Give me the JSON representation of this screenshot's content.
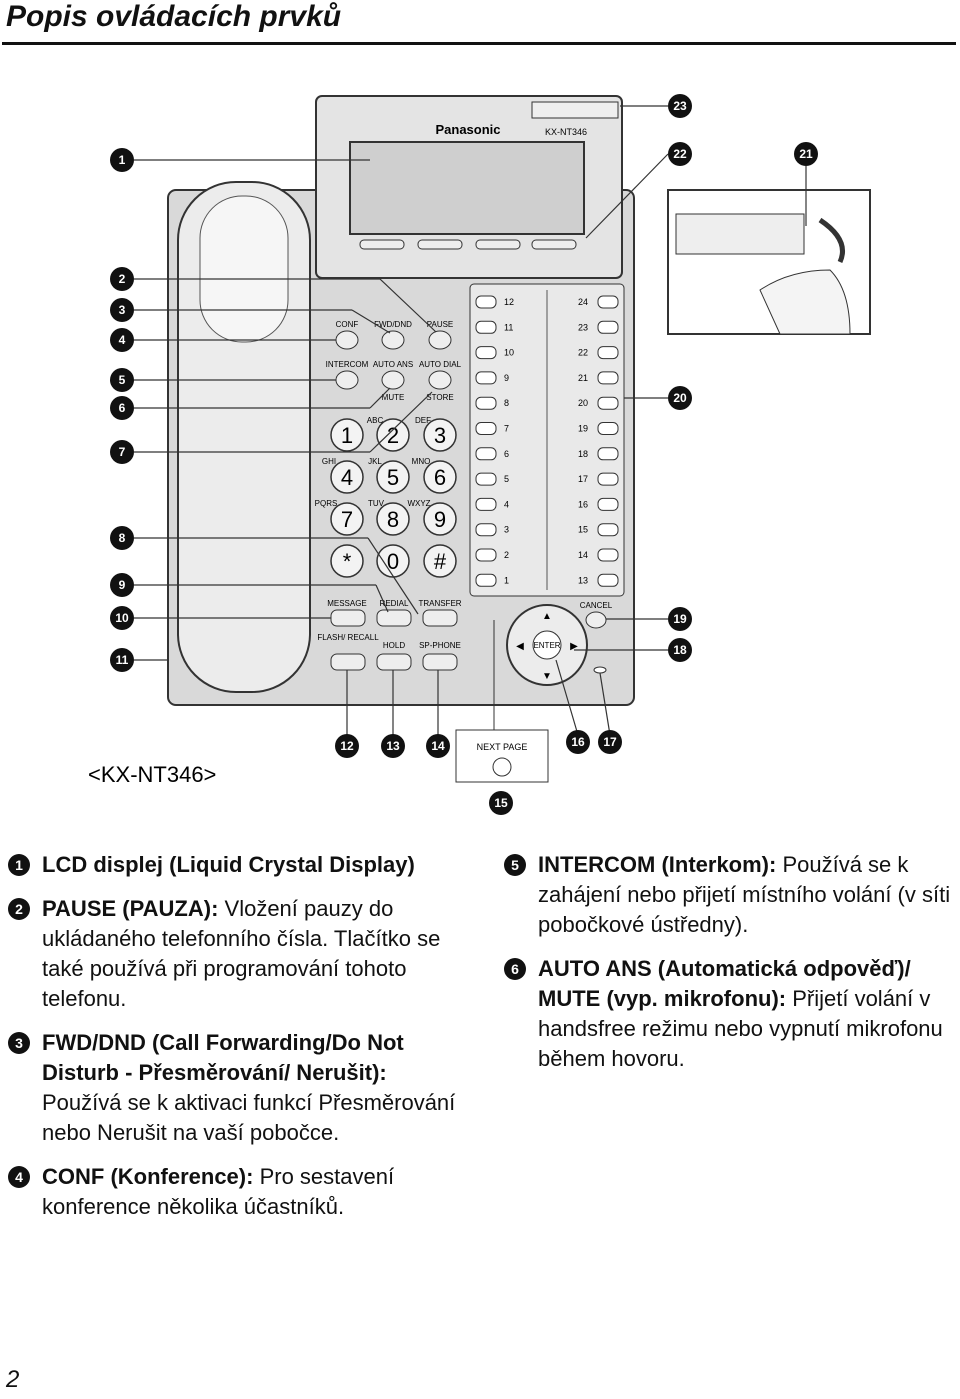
{
  "page": {
    "title": "Popis ovládacích prvků",
    "page_number": "2"
  },
  "diagram": {
    "model_caption": "<KX-NT346>",
    "brand": "Panasonic",
    "model_label": "KX-NT346",
    "buttons": {
      "conf": "CONF",
      "fwd_dnd": "FWD/DND",
      "pause": "PAUSE",
      "intercom": "INTERCOM",
      "auto_ans": "AUTO ANS",
      "auto_dial": "AUTO DIAL",
      "mute": "MUTE",
      "store": "STORE",
      "message": "MESSAGE",
      "redial": "REDIAL",
      "transfer": "TRANSFER",
      "flash_recall": "FLASH/ RECALL",
      "hold": "HOLD",
      "sp_phone": "SP-PHONE",
      "cancel": "CANCEL",
      "enter": "ENTER",
      "next_page": "NEXT PAGE"
    },
    "keypad": {
      "keys": [
        "1",
        "2",
        "3",
        "4",
        "5",
        "6",
        "7",
        "8",
        "9",
        "*",
        "0",
        "#"
      ],
      "letters": [
        "ABC",
        "DEF",
        "GHI",
        "JKL",
        "MNO",
        "PQRS",
        "TUV",
        "WXYZ"
      ]
    },
    "left_keys": [
      "12",
      "11",
      "10",
      "9",
      "8",
      "7",
      "6",
      "5",
      "4",
      "3",
      "2",
      "1"
    ],
    "right_keys": [
      "24",
      "23",
      "22",
      "21",
      "20",
      "19",
      "18",
      "17",
      "16",
      "15",
      "14",
      "13"
    ],
    "callouts": [
      "1",
      "2",
      "3",
      "4",
      "5",
      "6",
      "7",
      "8",
      "9",
      "10",
      "11",
      "12",
      "13",
      "14",
      "15",
      "16",
      "17",
      "18",
      "19",
      "20",
      "21",
      "22",
      "23"
    ]
  },
  "descriptions": {
    "left": [
      {
        "num": "1",
        "term": "LCD displej (Liquid Crystal Display)",
        "text": ""
      },
      {
        "num": "2",
        "term": "PAUSE (PAUZA):",
        "text": " Vložení pauzy do ukládaného telefonního čísla. Tlačítko se také používá při programování tohoto telefonu."
      },
      {
        "num": "3",
        "term": "FWD/DND (Call Forwarding/Do Not Disturb - Přesměrování/ Nerušit):",
        "text": " Používá se k aktivaci funkcí Přesměrování nebo Nerušit na vaší pobočce."
      },
      {
        "num": "4",
        "term": "CONF (Konference):",
        "text": " Pro sestavení konference několika účastníků."
      }
    ],
    "right": [
      {
        "num": "5",
        "term": "INTERCOM (Interkom):",
        "text": " Používá se k zahájení nebo přijetí místního volání (v síti pobočkové ústředny)."
      },
      {
        "num": "6",
        "term": "AUTO ANS (Automatická odpověď)/ MUTE (vyp. mikrofonu):",
        "text": " Přijetí volání v handsfree režimu nebo vypnutí mikrofonu během hovoru."
      }
    ]
  }
}
